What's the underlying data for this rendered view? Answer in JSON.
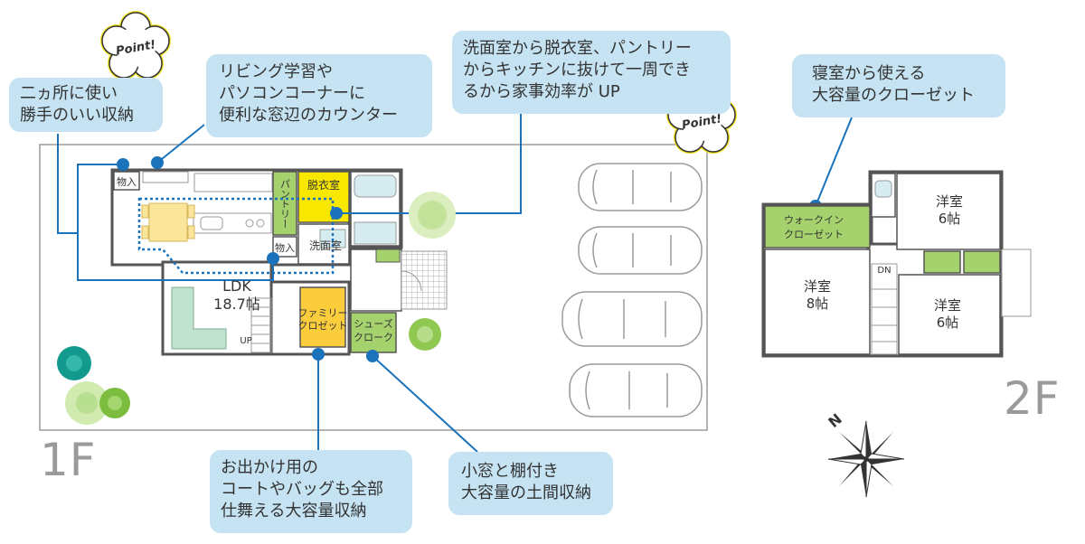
{
  "floor_labels": {
    "first": "1F",
    "second": "2F"
  },
  "badges": {
    "point": "Point!"
  },
  "callouts": {
    "storage_two": [
      "二ヵ所に使い",
      "勝手のいい収納"
    ],
    "counter": [
      "リビング学習や",
      "パソコンコーナーに",
      "便利な窓辺のカウンター"
    ],
    "circulation": [
      "洗面室から脱衣室、パントリー",
      "からキッチンに抜けて一周でき",
      "るから家事効率が UP"
    ],
    "closet_2f": [
      "寝室から使える",
      "大容量のクローゼット"
    ],
    "family_closet": [
      "お出かけ用の",
      "コートやバッグも全部",
      "仕舞える大容量収納"
    ],
    "shoes_cloak": [
      "小窓と棚付き",
      "大容量の土間収納"
    ]
  },
  "rooms_1f": {
    "storage_a": "物入",
    "storage_b": "物入",
    "pantry": "パントリー",
    "dressing": "脱衣室",
    "washroom": "洗面室",
    "ldk": "LDK",
    "ldk_size": "18.7帖",
    "up": "UP",
    "family_closet": [
      "ファミリー",
      "クロゼット"
    ],
    "shoes_cloak": [
      "シューズ",
      "クローク"
    ]
  },
  "rooms_2f": {
    "walkin": [
      "ウォークイン",
      "クローゼット"
    ],
    "western_a": "洋室",
    "western_a_size": "6帖",
    "western_b": "洋室",
    "western_b_size": "8帖",
    "western_c": "洋室",
    "western_c_size": "6帖",
    "dn": "DN"
  },
  "compass": {
    "north": "N"
  },
  "colors": {
    "callout_bg": "#c5e3f2",
    "accent_blue": "#1a73bb",
    "closet_yellow": "#fbcc3c",
    "dressing_yellow": "#f8e800",
    "green_storage": "#a6d26e",
    "wall": "#555555"
  }
}
